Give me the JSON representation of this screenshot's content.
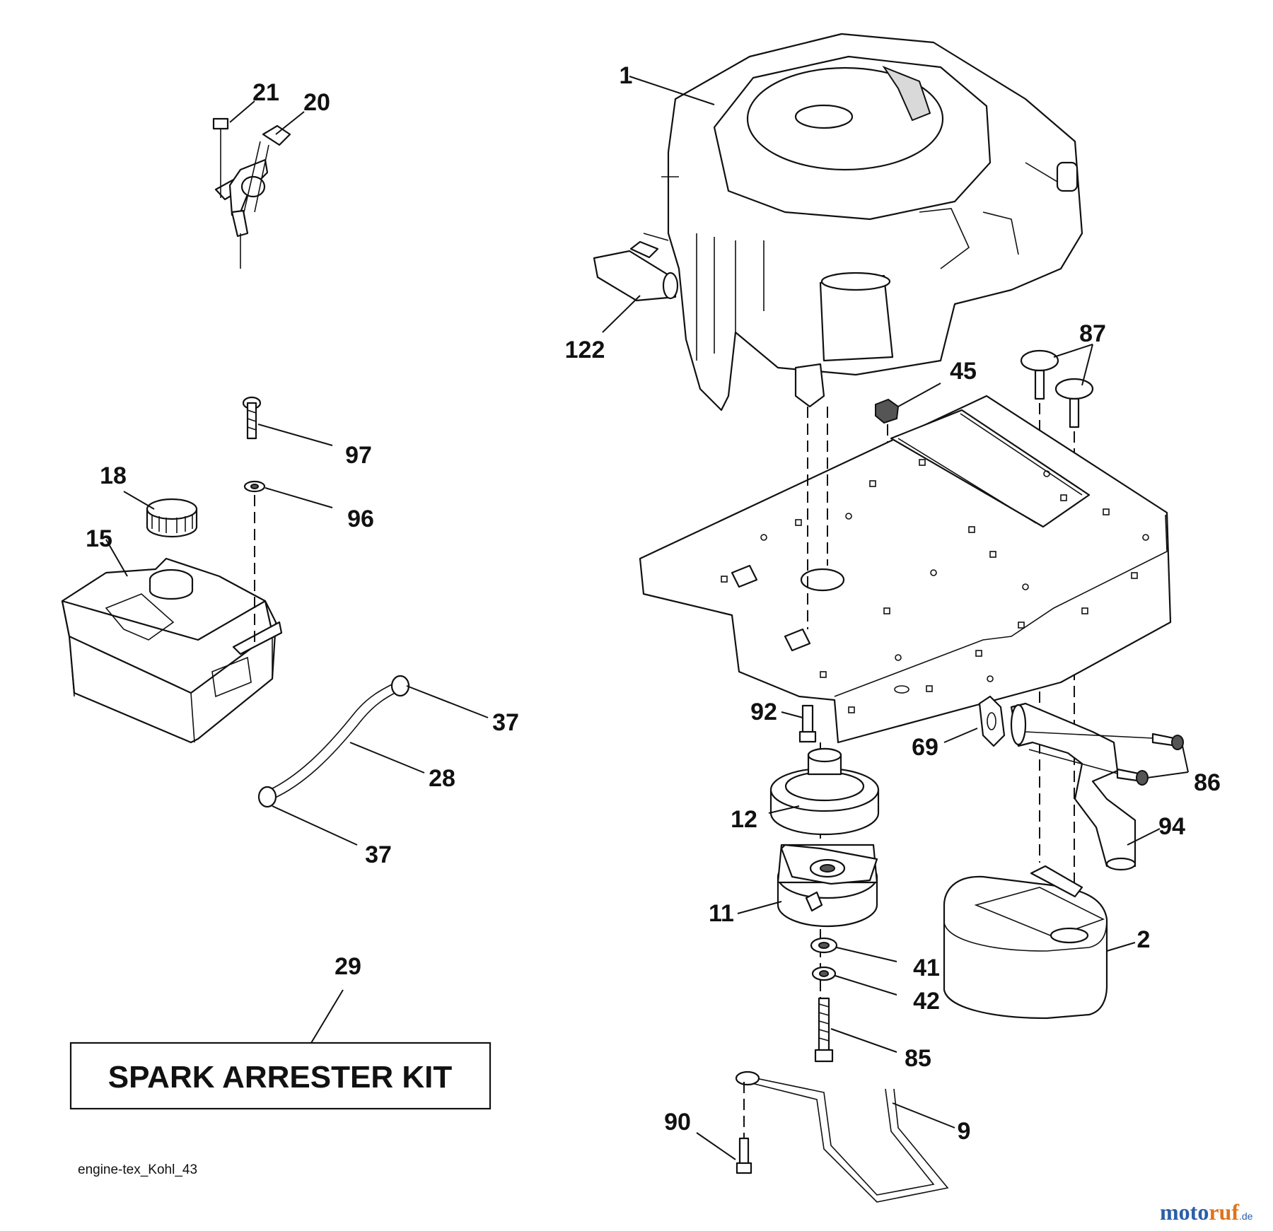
{
  "callouts": {
    "c1": "1",
    "c2": "2",
    "c9": "9",
    "c11": "11",
    "c12": "12",
    "c15": "15",
    "c18": "18",
    "c20": "20",
    "c21": "21",
    "c28": "28",
    "c29": "29",
    "c37a": "37",
    "c37b": "37",
    "c41": "41",
    "c42": "42",
    "c45": "45",
    "c69": "69",
    "c85": "85",
    "c86": "86",
    "c87": "87",
    "c90": "90",
    "c92": "92",
    "c94": "94",
    "c96": "96",
    "c97": "97",
    "c122": "122"
  },
  "kit_label": "SPARK ARRESTER KIT",
  "reference_code": "engine-tex_Kohl_43",
  "watermark": {
    "part1": "moto",
    "part2": "ruf",
    "suffix": ".de"
  },
  "colors": {
    "watermark_blue": "#2a5ea8",
    "watermark_orange": "#e0731c",
    "line": "#111111"
  }
}
